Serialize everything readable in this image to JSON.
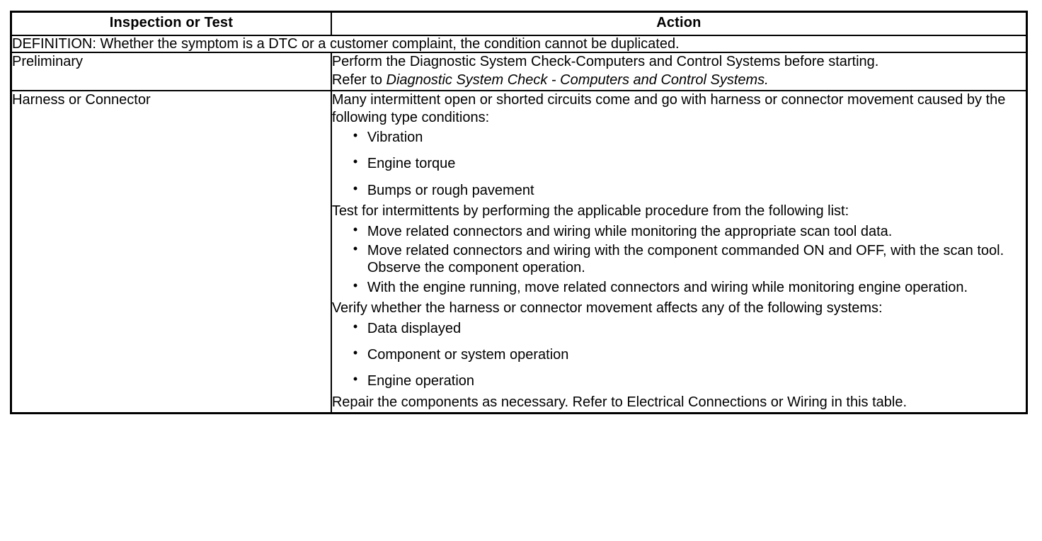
{
  "table": {
    "headers": {
      "col1": "Inspection or Test",
      "col2": "Action"
    },
    "definition": "DEFINITION: Whether the symptom is a DTC or a customer complaint, the condition cannot be duplicated.",
    "rows": [
      {
        "label": "Preliminary",
        "action": {
          "para1": "Perform the Diagnostic System Check-Computers and Control Systems before starting.",
          "para2_prefix": "Refer to ",
          "para2_italic": "Diagnostic System Check - Computers and Control Systems."
        }
      },
      {
        "label": "Harness or Connector",
        "action": {
          "intro": "Many intermittent open or shorted circuits come and go with harness or connector movement caused by the following type conditions:",
          "conditions": [
            "Vibration",
            "Engine torque",
            "Bumps or rough pavement"
          ],
          "test_intro": "Test for intermittents by performing the applicable procedure from the following list:",
          "test_steps": [
            "Move related connectors and wiring while monitoring the appropriate scan tool data.",
            "Move related connectors and wiring with the component commanded ON and OFF, with the scan tool. Observe the component operation.",
            "With the engine running, move related connectors and wiring while monitoring engine operation."
          ],
          "verify_intro": "Verify whether the harness or connector movement affects any of the following systems:",
          "verify_items": [
            "Data displayed",
            "Component or system operation",
            "Engine operation"
          ],
          "closing": "Repair the components as necessary. Refer to Electrical Connections or Wiring in this table."
        }
      }
    ]
  }
}
